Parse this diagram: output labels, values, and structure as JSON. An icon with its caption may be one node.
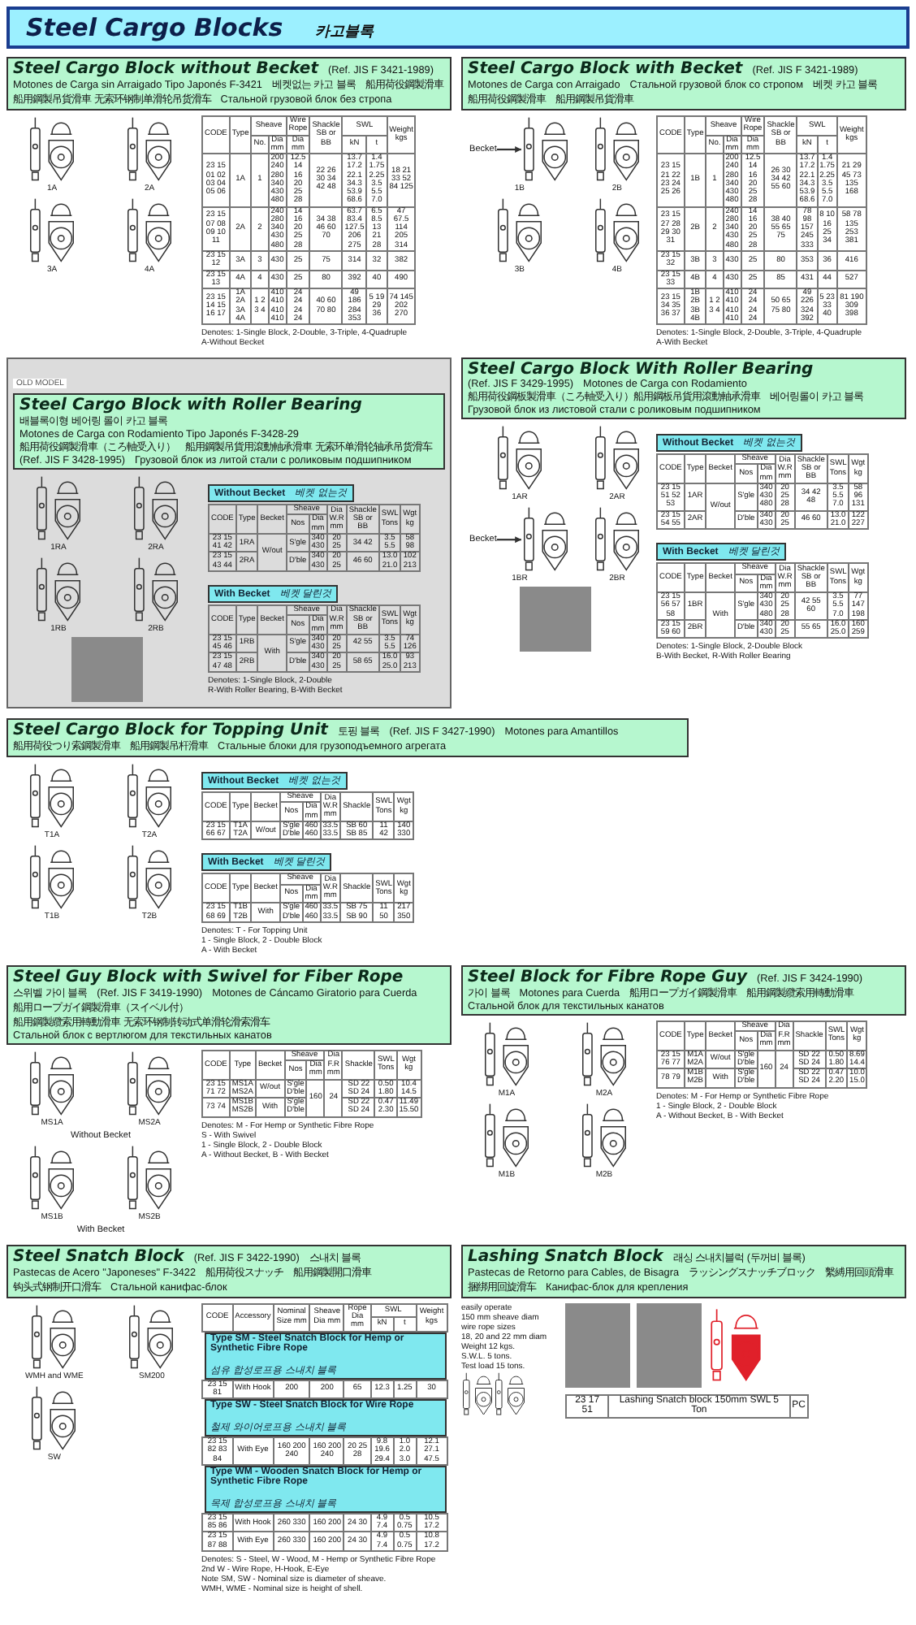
{
  "diagram": {
    "nodes": [
      {
        "text": [
          "Steel Cargo Blocks",
          "카고블록"
        ]
      },
      {
        "text": [
          "Steel Cargo Block without Becket",
          "(Ref. JIS F 3421-1989)",
          "Motones de Carga sin Arraigado Tipo Japonés F-3421",
          "베켓없는 카고 블록",
          "船用荷役鋼製滑車",
          "船用鋼製吊貨滑車 无索环钢制单滑轮吊货滑车",
          "Стальной грузовой блок без стропа"
        ]
      },
      {
        "text": [
          "Steel Cargo Block with Becket",
          "(Ref. JIS F 3421-1989)",
          "Motones de Carga con Arraigado",
          "Стальной грузовой блок со стропом",
          "베켓 카고 블록",
          "船用荷役鋼製滑車",
          "船用鋼製吊貨滑車"
        ]
      },
      {
        "text": [
          "Becket"
        ]
      },
      {
        "text": [
          "OLD MODEL"
        ]
      },
      {
        "text": [
          "Steel Cargo Block with Roller Bearing",
          "배블록이형 베어링 롤이 카고 블록",
          "Motones de Carga con Rodamiento Tipo Japonés F-3428-29",
          "船用荷役鋼製滑車（ころ軸受入り）",
          "船用鋼製吊貨用滾動軸承滑車 无索环单滑轮轴承吊货滑车",
          "(Ref. JIS F 3428-1995)",
          "Грузовой блок из литой стали с роликовым подшипником"
        ],
        "in": 4
      },
      {
        "text": [
          "Without Becket",
          "베켓 없는것"
        ],
        "in": 4
      },
      {
        "text": [
          "With Becket",
          "베켓 달린것"
        ],
        "in": 4
      },
      {
        "text": [
          "Steel Cargo Block With Roller Bearing",
          "(Ref. JIS F 3429-1995)",
          "Motones de Carga con Rodamiento",
          "船用荷役鋼板製滑車（ころ軸受入り）船用鋼板吊貨用滾動軸承滑車",
          "베어링롤이 카고 블록",
          "Грузовой блок из листовой стали с роликовым подшипником"
        ]
      },
      {
        "text": [
          "Without Becket",
          "베켓 없는것"
        ]
      },
      {
        "text": [
          "With Becket",
          "베켓 달린것"
        ]
      },
      {
        "text": [
          "Becket"
        ]
      },
      {
        "text": [
          "Steel Cargo Block for Topping Unit",
          "토핑 블록",
          "(Ref. JIS F 3427-1990)",
          "Motones para Amantillos",
          "船用荷役つり索鋼製滑車",
          "船用鋼製吊杆滑車",
          "Стальные блоки для грузоподъемного агрегата"
        ]
      },
      {
        "text": [
          "Without Becket",
          "베켓 없는것"
        ]
      },
      {
        "text": [
          "With Becket",
          "베켓 달린것"
        ]
      },
      {
        "text": [
          "Steel Guy Block with Swivel for Fiber Rope",
          "스위벨 가이 블록",
          "(Ref. JIS F 3419-1990)",
          "Motones de Cáncamo Giratorio para Cuerda",
          "船用ロープガイ鋼製滑車（スイベル付）",
          "船用鋼製纜索用轉動滑車 无索环钢制转动式单滑轮滑索滑车",
          "Стальной блок с вертлюгом для текстильных канатов"
        ]
      },
      {
        "text": [
          "Steel Block for Fibre Rope Guy",
          "(Ref. JIS F 3424-1990)",
          "가이 블록",
          "Motones para Cuerda",
          "船用ロープガイ鋼製滑車",
          "船用鋼製纜索用轉動滑車",
          "Стальной блок для текстильных канатов"
        ]
      },
      {
        "text": [
          "Steel Snatch Block",
          "(Ref. JIS F 3422-1990)",
          "스내치 블록",
          "Pastecas de Acero \"Japoneses\" F-3422",
          "船用荷役スナッチ",
          "船用鋼製開口滑車",
          "钩头式钢制开口滑车",
          "Стальной канифас-блок"
        ]
      },
      {
        "text": [
          "Type SM - Steel Snatch Block for Hemp or Synthetic Fibre Rope",
          "섬유 합성로프용 스내치 블록"
        ]
      },
      {
        "text": [
          "Type SW - Steel Snatch Block for Wire Rope",
          "철제 와이어로프용 스내치 블록"
        ]
      },
      {
        "text": [
          "Type WM - Wooden Snatch Block for Hemp or Synthetic Fibre Rope",
          "목제 합성로프용 스내치 블록"
        ]
      },
      {
        "text": [
          "Lashing Snatch Block",
          "래싱 스내치블럭 (두꺼비 블록)",
          "Pastecas de Retorno para Cables, de Bisagra",
          "ラッシングスナッチブロック",
          "繫縛用回頭滑車",
          "捆绑用回旋滑车",
          "Канифас-блок для крепления"
        ]
      },
      {
        "text": [],
        "shape": "picture"
      },
      {
        "text": [],
        "shape": "picture"
      }
    ],
    "edges": [
      {
        "from": 3,
        "to": 22,
        "arrow": "to"
      },
      {
        "from": 11,
        "to": 23,
        "arrow": "to"
      }
    ],
    "labels": [
      "1A",
      "2A",
      "3A",
      "4A",
      "CODE",
      "Type",
      "Sheave",
      "Wire Rope",
      "Shackle SB or BB",
      "SWL",
      "Weight kgs",
      "No.",
      "Dia mm",
      "Dia mm",
      "kN",
      "t",
      "23 15 01 02 03 04 05 06",
      "1A",
      "1",
      "200 240 280 340 430 480",
      "12.5 14 16 20 25 28",
      "22 26 30 34 42 48",
      "13.7 17.2 22.1 34.3 53.9 68.6",
      "1.4 1.75 2.25 3.5 5.5 7.0",
      "18 21 33 52 84 125",
      "23 15 07 08 09 10 11",
      "2A",
      "2",
      "240 280 340 430 480",
      "14 16 20 25 28",
      "34 38 46 60 70",
      "63.7 83.4 127.5 206 275",
      "6.5 8.5 13 21 28",
      "47 67.5 114 205 314",
      "23 15 12",
      "3A",
      "3",
      "430",
      "25",
      "75",
      "314",
      "32",
      "382",
      "23 15 13",
      "4A",
      "4",
      "430",
      "25",
      "80",
      "392",
      "40",
      "490",
      "23 15 14 15 16 17",
      "1A 2A 3A 4A",
      "1 2 3 4",
      "410 410 410 410",
      "24 24 24 24",
      "40 60 70 80",
      "49 186 284 353",
      "5 19 29 36",
      "74 145 202 270",
      "Denotes: 1-Single Block, 2-Double, 3-Triple, 4-Quadruple",
      "A-Without Becket",
      "1B",
      "2B",
      "3B",
      "4B",
      "CODE",
      "Type",
      "Sheave",
      "Wire Rope",
      "Shackle SB or BB",
      "SWL",
      "Weight kgs",
      "No.",
      "Dia mm",
      "Dia mm",
      "kN",
      "t",
      "23 15 21 22 23 24 25 26",
      "1B",
      "1",
      "200 240 280 340 430 480",
      "12.5 14 16 20 25 28",
      "26 30 34 42 55 60",
      "13.7 17.2 22.1 34.3 53.9 68.6",
      "1.4 1.75 2.25 3.5 5.5 7.0",
      "21 29 45 73 135 168",
      "23 15 27 28 29 30 31",
      "2B",
      "2",
      "240 280 340 430 480",
      "14 16 20 25 28",
      "38 40 55 65 75",
      "78 98 157 245 333",
      "8 10 16 25 34",
      "58 78 135 253 381",
      "23 15 32",
      "3B",
      "3",
      "430",
      "25",
      "80",
      "353",
      "36",
      "416",
      "23 15 33",
      "4B",
      "4",
      "430",
      "25",
      "85",
      "431",
      "44",
      "527",
      "23 15 34 35 36 37",
      "1B 2B 3B 4B",
      "1 2 3 4",
      "410 410 410 410",
      "24 24 24 24",
      "50 65 75 80",
      "49 226 324 392",
      "5 23 33 40",
      "81 190 309 398",
      "Denotes: 1-Single Block, 2-Double, 3-Triple, 4-Quadruple",
      "A-With Becket",
      "1RA",
      "2RA",
      "1RB",
      "2RB",
      "CODE",
      "Type",
      "Becket",
      "Sheave",
      "Dia W.R mm",
      "Shackle SB or BB",
      "SWL Tons",
      "Wgt kg",
      "Nos",
      "Dia mm",
      "23 15 41 42",
      "1RA",
      "W/out",
      "S'gle",
      "340 430",
      "20 25",
      "34 42",
      "3.5 5.5",
      "58 98",
      "23 15 43 44",
      "2RA",
      "D'ble",
      "340 430",
      "20 25",
      "46 60",
      "13.0 21.0",
      "102 213",
      "CODE",
      "Type",
      "Becket",
      "Sheave",
      "Dia W.R mm",
      "Shackle SB or BB",
      "SWL Tons",
      "Wgt kg",
      "Nos",
      "Dia mm",
      "23 15 45 46",
      "1RB",
      "With",
      "S'gle",
      "340 430",
      "20 25",
      "42 55",
      "3.5 5.5",
      "74 126",
      "23 15 47 48",
      "2RB",
      "D'ble",
      "340 430",
      "20 25",
      "58 65",
      "16.0 25.0",
      "93 213",
      "Denotes: 1-Single Block, 2-Double",
      "R-With Roller Bearing, B-With Becket",
      "1AR",
      "2AR",
      "1BR",
      "2BR",
      "CODE",
      "Type",
      "Becket",
      "Sheave",
      "Dia W.R mm",
      "Shackle SB or BB",
      "SWL Tons",
      "Wgt kg",
      "Nos",
      "Dia mm",
      "23 15 51 52 53",
      "1AR",
      "W/out",
      "S'gle",
      "340 430 480",
      "20 25 28",
      "34 42 48",
      "3.5 5.5 7.0",
      "58 96 131",
      "23 15 54 55",
      "2AR",
      "D'ble",
      "340 430",
      "20 25",
      "46 60",
      "13.0 21.0",
      "122 227",
      "CODE",
      "Type",
      "Becket",
      "Sheave",
      "Dia W.R mm",
      "Shackle SB or BB",
      "SWL Tons",
      "Wgt kg",
      "Nos",
      "Dia mm",
      "23 15 56 57 58",
      "1BR",
      "With",
      "S'gle",
      "340 430 480",
      "20 25 28",
      "42 55 60",
      "3.5 5.5 7.0",
      "77 147 198",
      "23 15 59 60",
      "2BR",
      "D'ble",
      "340 430",
      "20 25",
      "55 65",
      "16.0 25.0",
      "160 259",
      "Denotes: 1-Single Block, 2-Double Block",
      "B-With Becket, R-With Roller Bearing",
      "T1A",
      "T2A",
      "T1B",
      "T2B",
      "CODE",
      "Type",
      "Becket",
      "Sheave",
      "Dia W.R mm",
      "Shackle",
      "SWL Tons",
      "Wgt kg",
      "Nos",
      "Dia mm",
      "23 15 66 67",
      "T1A T2A",
      "W/out",
      "S'gle D'ble",
      "460 460",
      "33.5 33.5",
      "SB 60 SB 85",
      "11 42",
      "140 330",
      "CODE",
      "Type",
      "Becket",
      "Sheave",
      "Dia W.R mm",
      "Shackle",
      "SWL Tons",
      "Wgt kg",
      "Nos",
      "Dia mm",
      "23 15 68 69",
      "T1B T2B",
      "With",
      "S'gle D'ble",
      "460 460",
      "33.5 33.5",
      "SB 75 SB 90",
      "11 50",
      "217 350",
      "Denotes: T - For Topping Unit",
      "1 - Single Block, 2 - Double Block",
      "A - With Becket",
      "MS1A",
      "MS2A",
      "Without Becket",
      "MS1B",
      "MS2B",
      "With Becket",
      "CODE",
      "Type",
      "Becket",
      "Sheave",
      "Dia F.R mm",
      "Shackle",
      "SWL Tons",
      "Wgt kg",
      "Nos",
      "Dia mm",
      "23 15 71 72",
      "MS1A MS2A",
      "W/out",
      "S'gle D'ble",
      "160",
      "24",
      "SD 22 SD 24",
      "0.50 1.80",
      "10.4 14.5",
      "73 74",
      "MS1B MS2B",
      "With",
      "S'gle D'ble",
      "SD 22 SD 24",
      "0.47 2.30",
      "11.49 15.50",
      "Denotes: M - For Hemp or Synthetic Fibre Rope",
      "S - With Swivel",
      "1 - Single Block, 2 - Double Block",
      "A - Without Becket, B - With Becket",
      "M1A",
      "M2A",
      "M1B",
      "M2B",
      "CODE",
      "Type",
      "Becket",
      "Sheave",
      "Dia F.R mm",
      "Shackle",
      "SWL Tons",
      "Wgt kg",
      "Nos",
      "Dia mm",
      "23 15 76 77",
      "M1A M2A",
      "W/out",
      "S'gle D'ble",
      "160",
      "24",
      "SD 22 SD 24",
      "0.50 1.80",
      "8.69 14.4",
      "78 79",
      "M1B M2B",
      "With",
      "S'gle D'ble",
      "SD 22 SD 24",
      "0.47 2.20",
      "10.0 15.0",
      "Denotes: M - For Hemp or Synthetic Fibre Rope",
      "1 - Single Block, 2 - Double Block",
      "A - Without Becket, B - With Becket",
      "WMH and WME",
      "SM200",
      "SW",
      "CODE",
      "Accessory",
      "Nominal Size mm",
      "Sheave Dia mm",
      "Rope Dia mm",
      "SWL",
      "Weight kgs",
      "kN",
      "t",
      "23 15 81",
      "With Hook",
      "200",
      "200",
      "65",
      "12.3",
      "1.25",
      "30",
      "23 15 82 83 84",
      "With Eye",
      "160 200 240",
      "160 200 240",
      "20 25 28",
      "9.8 19.6 29.4",
      "1.0 2.0 3.0",
      "12.1 27.1 47.5",
      "23 15 85 86",
      "With Hook",
      "260 330",
      "160 200",
      "24 30",
      "4.9 7.4",
      "0.5 0.75",
      "10.5 17.2",
      "23 15 87 88",
      "With Eye",
      "260 330",
      "160 200",
      "24 30",
      "4.9 7.4",
      "0.5 0.75",
      "10.8 17.2",
      "Denotes: S - Steel, W - Wood, M - Hemp or Synthetic Fibre Rope",
      "2nd W - Wire Rope, H-Hook, E-Eye",
      "Note SM, SW - Nominal size is diameter of sheave.",
      "WMH, WME - Nominal size is height of shell.",
      "easily operate",
      "150 mm sheave diam",
      "wire rope sizes",
      "18, 20 and 22 mm diam",
      "Weight 12 kgs.",
      "S.W.L. 5 tons.",
      "Test load 15 tons.",
      "23 17 51",
      "Lashing Snatch block 150mm SWL 5 Ton",
      "PC"
    ]
  }
}
